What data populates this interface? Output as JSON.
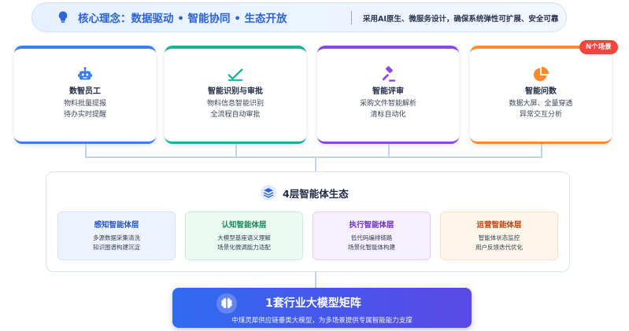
{
  "banner": {
    "core": "核心理念：数据驱动 • 智能协同 • 生态开放",
    "desc": "采用AI原生、微服务设计，确保系统弹性可扩展、安全可靠",
    "icon": "lightbulb-icon"
  },
  "cards": [
    {
      "title": "数智员工",
      "line1": "物料批量提报",
      "line2": "待办实时提醒",
      "icon": "robot-icon",
      "color": "#3b7fef"
    },
    {
      "title": "智能识别与审批",
      "line1": "物料信息智能识别",
      "line2": "全流程自动审批",
      "icon": "check-icon",
      "color": "#1bb394"
    },
    {
      "title": "智能评审",
      "line1": "采购文件智能解析",
      "line2": "清标自动化",
      "icon": "gavel-icon",
      "color": "#8b46e8"
    },
    {
      "title": "智能问数",
      "line1": "数据大屏、全量穿透",
      "line2": "异常交互分析",
      "icon": "pie-chart-icon",
      "color": "#fb8a2e"
    }
  ],
  "badge": "N个场景",
  "ecosystem": {
    "title": "4层智能体生态",
    "icon": "layers-icon",
    "layers": [
      {
        "title": "感知智能体层",
        "line1": "多源数据采集清洗",
        "line2": "知识图谱构建沉淀"
      },
      {
        "title": "认知智能体层",
        "line1": "大模型基座语义理解",
        "line2": "场景化微调能力适配"
      },
      {
        "title": "执行智能体层",
        "line1": "低代码编排链路",
        "line2": "场景化智能体构建"
      },
      {
        "title": "运营智能体层",
        "line1": "智能体状态监控",
        "line2": "用户反馈迭代优化"
      }
    ]
  },
  "matrix": {
    "title": "1套行业大模型矩阵",
    "subtitle": "中煤灵犀供应链垂类大模型，为多场景提供专属智能能力支撑",
    "icon": "brain-icon"
  }
}
